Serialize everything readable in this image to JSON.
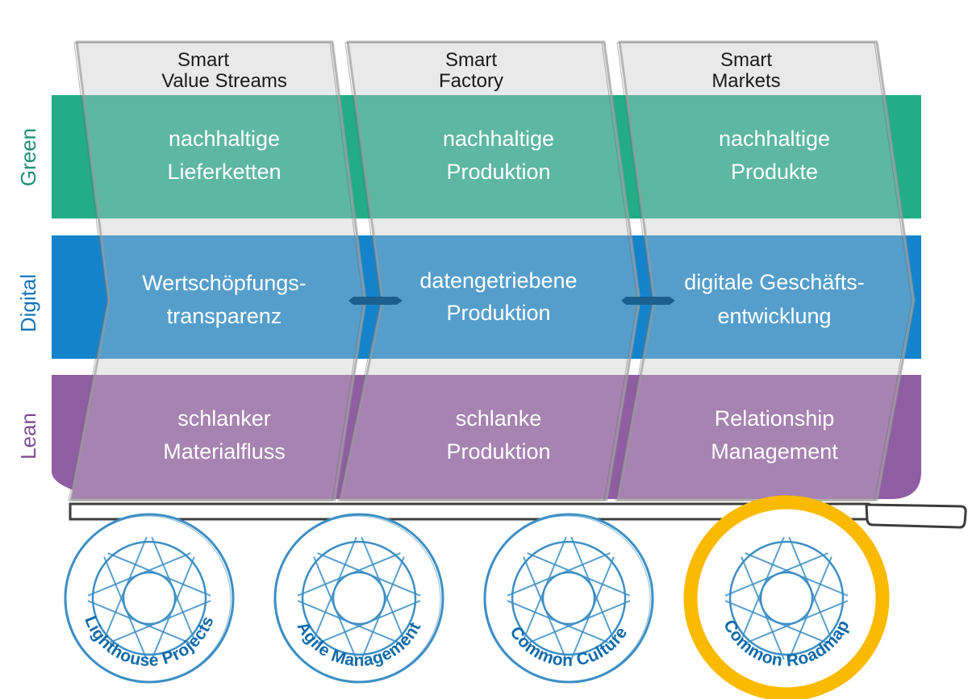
{
  "colors": {
    "green_band": "#22ac88",
    "green_cell": "#5db7a2",
    "blue_band": "#1483cb",
    "blue_cell": "#559ecb",
    "purple_band": "#905da3",
    "purple_cell": "#a683b1",
    "header_gray": "#e9e9e9",
    "column_outline": "#9a9a9a",
    "wheel_blue": "#3d8fc4",
    "wheel_text": "#0f6aa8",
    "highlight_ring": "#fbba00",
    "chassis": "#3c3c3c",
    "connector": "#1a5f8d"
  },
  "rows": [
    {
      "key": "green",
      "label": "Green",
      "label_color": "#1f8f72"
    },
    {
      "key": "digital",
      "label": "Digital",
      "label_color": "#1674b8"
    },
    {
      "key": "lean",
      "label": "Lean",
      "label_color": "#7d4b94"
    }
  ],
  "columns": [
    {
      "title_line1": "Smart",
      "title_line2": "Value Streams",
      "cells": [
        [
          "nachhaltige",
          "Lieferketten"
        ],
        [
          "Wertschöpfungs-",
          "transparenz"
        ],
        [
          "schlanker",
          "Materialfluss"
        ]
      ]
    },
    {
      "title_line1": "Smart",
      "title_line2": "Factory",
      "cells": [
        [
          "nachhaltige",
          "Produktion"
        ],
        [
          "datengetriebene",
          "Produktion"
        ],
        [
          "schlanke",
          "Produktion"
        ]
      ]
    },
    {
      "title_line1": "Smart",
      "title_line2": "Markets",
      "cells": [
        [
          "nachhaltige",
          "Produkte"
        ],
        [
          "digitale Geschäfts-",
          "entwicklung"
        ],
        [
          "Relationship",
          "Management"
        ]
      ]
    }
  ],
  "wheels": [
    {
      "label": "Lighthouse Projects",
      "highlighted": false
    },
    {
      "label": "Agile Management",
      "highlighted": false
    },
    {
      "label": "Common Culture",
      "highlighted": false
    },
    {
      "label": "Common Roadmap",
      "highlighted": true
    }
  ]
}
